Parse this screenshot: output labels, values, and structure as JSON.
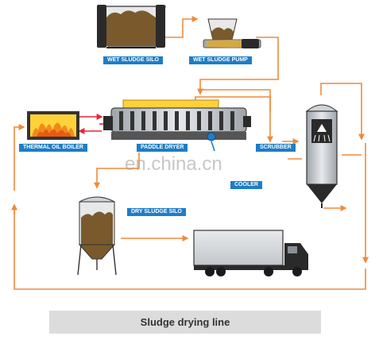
{
  "labels": {
    "wet_sludge_silo": "WET SLUDGE SILO",
    "wet_sludge_pump": "WET SLUDGE PUMP",
    "thermal_oil_boiler": "THERMAL OIL BOILER",
    "paddle_dryer": "PADDLE DRYER",
    "scrubber": "SCRUBBER",
    "cooler": "COOLER",
    "dry_sludge_silo": "DRY SLUDGE SILO"
  },
  "caption": "Sludge drying line",
  "watermark": "en.china.cn",
  "colors": {
    "label_bg": "#1d7dc6",
    "flow_line": "#f08a3c",
    "sludge": "#7a5a2c",
    "boiler_flame": "#f5a418",
    "steam_line": "#e8263a",
    "caption_bg": "#dcdcdc"
  }
}
